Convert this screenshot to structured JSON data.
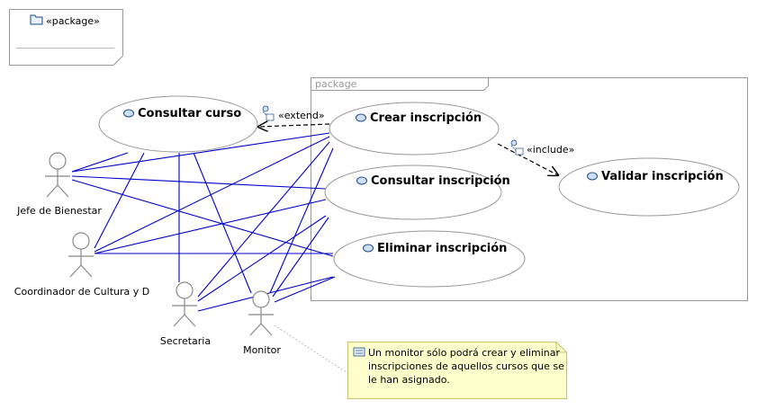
{
  "top_package": {
    "label": "«package»"
  },
  "boundary": {
    "label": "package"
  },
  "use_cases": {
    "consultar_curso": "Consultar curso",
    "crear_inscripcion": "Crear inscripción",
    "consultar_inscripcion": "Consultar inscripción",
    "eliminar_inscripcion": "Eliminar inscripción",
    "validar_inscripcion": "Validar inscripción"
  },
  "actors": {
    "jefe": "Jefe de Bienestar",
    "coordinador": "Coordinador de Cultura y D",
    "secretaria": "Secretaria",
    "monitor": "Monitor"
  },
  "relations": {
    "extend": "«extend»",
    "include": "«include»"
  },
  "note": {
    "lines": [
      "Un monitor sólo podrá crear y eliminar",
      "inscripciones de aquellos cursos que se",
      "le han asignado."
    ]
  },
  "colors": {
    "association": "#0000cc",
    "note_fill": "#ffffcc",
    "note_border": "#c8c070",
    "usecase_icon": "#cfe0f5"
  }
}
